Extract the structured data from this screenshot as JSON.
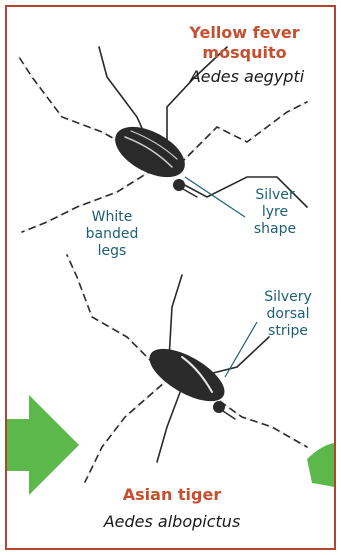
{
  "top_species": {
    "common_name_line1": "Yellow fever",
    "common_name_line2": "mosquito",
    "scientific_name": "Aedes aegypti"
  },
  "bottom_species": {
    "common_name": "Asian tiger",
    "scientific_name": "Aedes albopictus"
  },
  "annotations": {
    "lyre": [
      "Silver",
      "lyre",
      "shape"
    ],
    "legs": [
      "White",
      "banded",
      "legs"
    ],
    "stripe": [
      "Silvery",
      "dorsal",
      "stripe"
    ]
  },
  "colors": {
    "frame_border": "#b5442c",
    "title_text": "#c4502f",
    "annotation_text": "#1d5f73",
    "arrow_green": "#5cb84a",
    "mosquito_body": "#2a2a2a"
  }
}
